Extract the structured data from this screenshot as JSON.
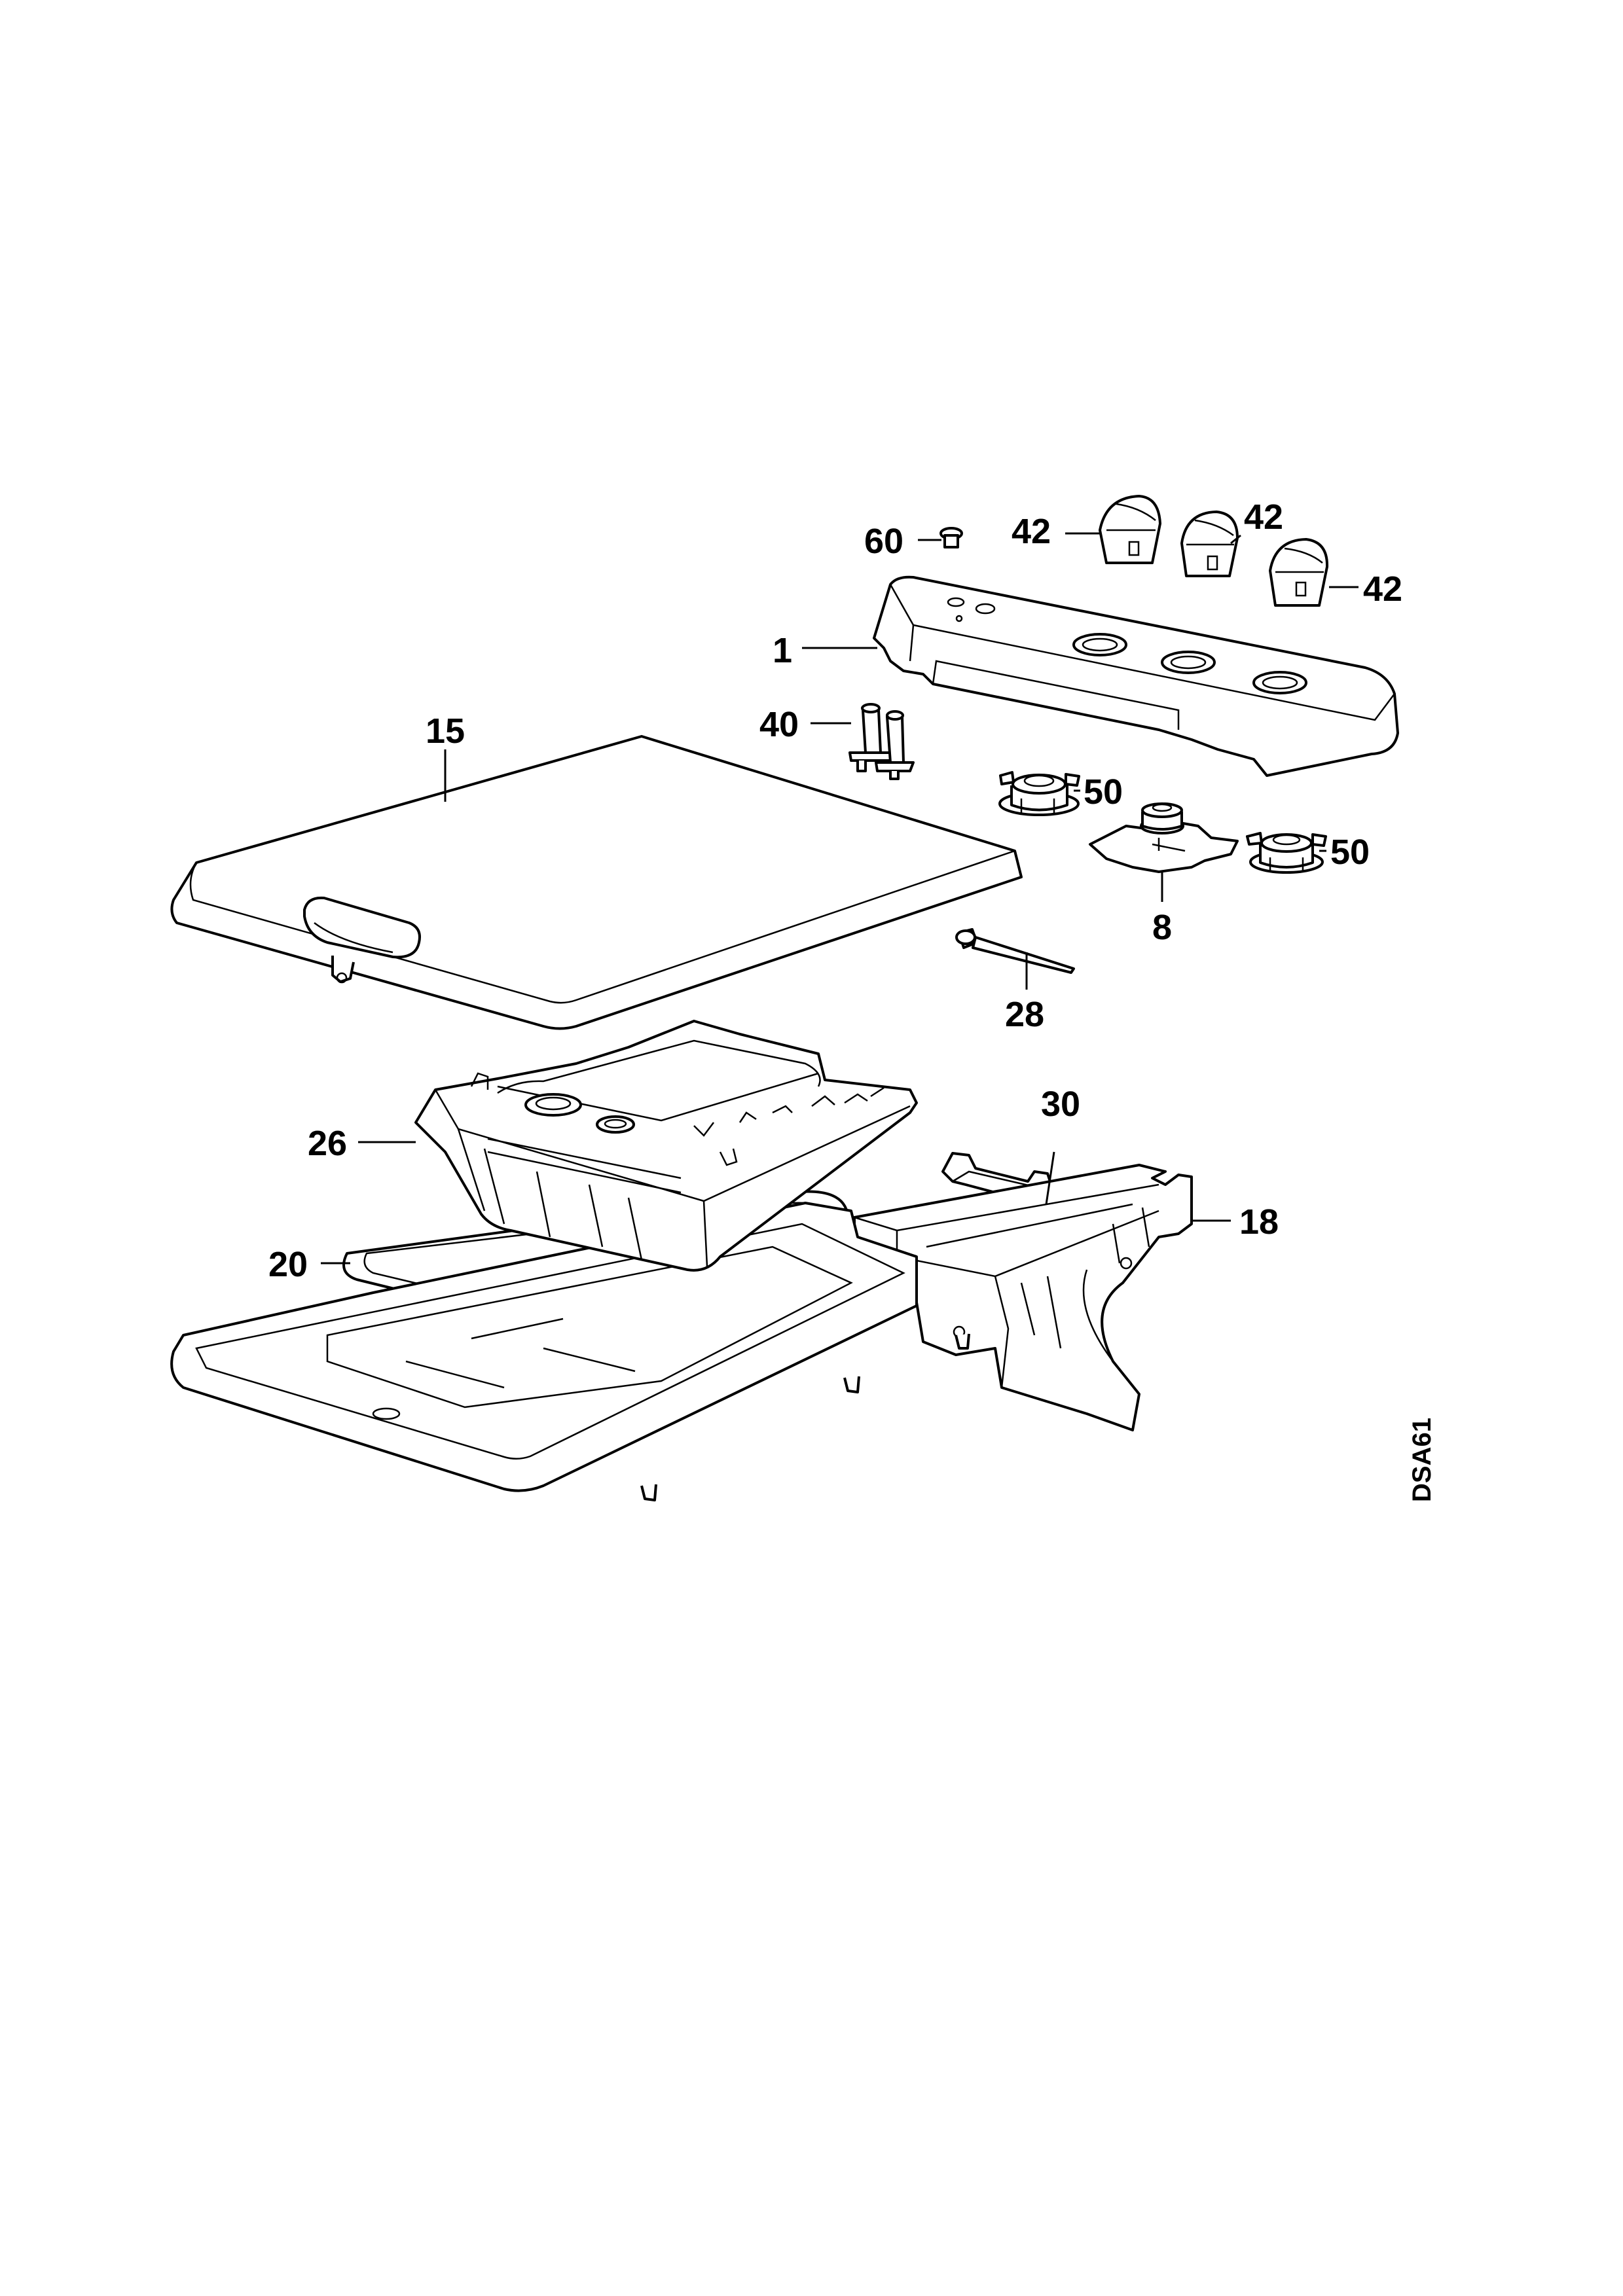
{
  "diagram": {
    "drawing_code": "DSA61",
    "callouts": [
      {
        "id": "c60",
        "text": "60"
      },
      {
        "id": "c42a",
        "text": "42"
      },
      {
        "id": "c42b",
        "text": "42"
      },
      {
        "id": "c42c",
        "text": "42"
      },
      {
        "id": "c1",
        "text": "1"
      },
      {
        "id": "c40",
        "text": "40"
      },
      {
        "id": "c15",
        "text": "15"
      },
      {
        "id": "c50a",
        "text": "50"
      },
      {
        "id": "c50b",
        "text": "50"
      },
      {
        "id": "c8",
        "text": "8"
      },
      {
        "id": "c28",
        "text": "28"
      },
      {
        "id": "c30",
        "text": "30"
      },
      {
        "id": "c26",
        "text": "26"
      },
      {
        "id": "c18",
        "text": "18"
      },
      {
        "id": "c20",
        "text": "20"
      }
    ]
  }
}
